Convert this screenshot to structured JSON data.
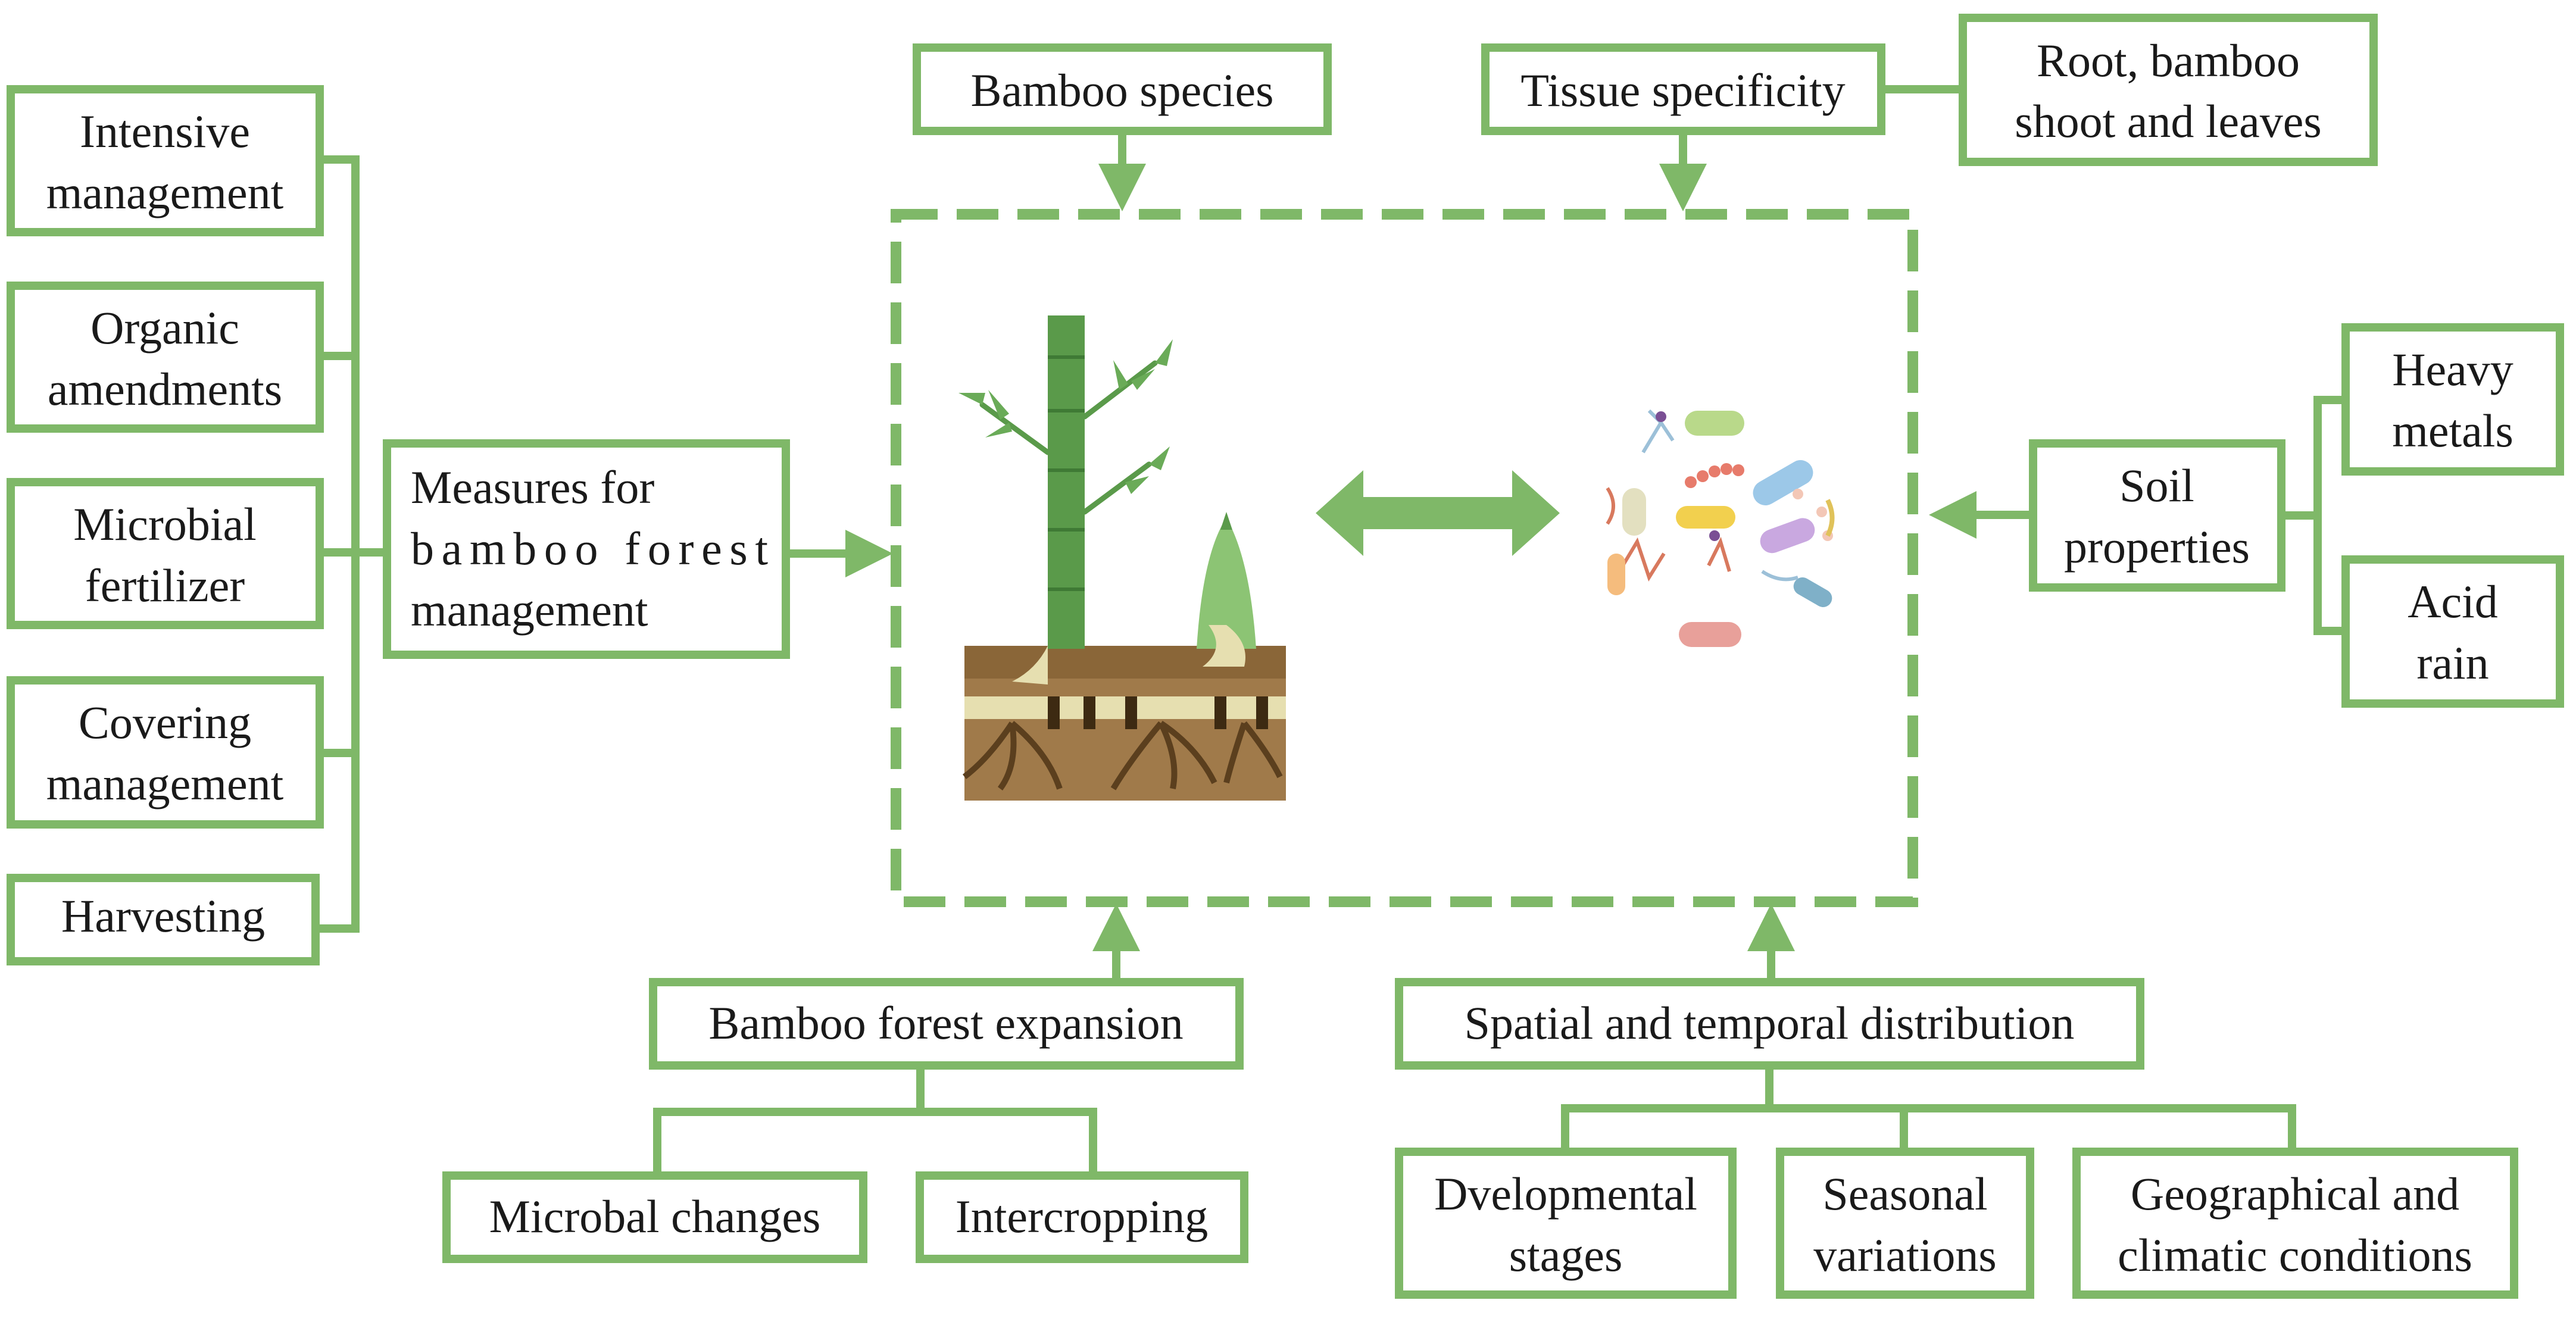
{
  "colors": {
    "accent": "#7fb868",
    "accent_dark": "#5a9a4a",
    "text": "#1a1a1a"
  },
  "diagram": {
    "top": {
      "bamboo_species": "Bamboo species",
      "tissue_specificity": "Tissue specificity",
      "root_shoot_leaves": [
        "Root, bamboo",
        "shoot and leaves"
      ]
    },
    "left": {
      "items": [
        [
          "Intensive",
          "management"
        ],
        [
          "Organic",
          "amendments"
        ],
        [
          "Microbial",
          "fertilizer"
        ],
        [
          "Covering",
          "management"
        ],
        [
          "Harvesting"
        ]
      ],
      "measures": [
        "Measures for",
        "bamboo forest",
        "management"
      ]
    },
    "right": {
      "soil_properties": [
        "Soil",
        "properties"
      ],
      "heavy_metals": [
        "Heavy",
        "metals"
      ],
      "acid_rain": [
        "Acid",
        "rain"
      ]
    },
    "bottom": {
      "expansion": "Bamboo forest expansion",
      "microbal_changes": "Microbal changes",
      "intercropping": "Intercropping",
      "distribution": "Spatial and temporal distribution",
      "developmental": [
        "Dvelopmental",
        "stages"
      ],
      "seasonal": [
        "Seasonal",
        "variations"
      ],
      "geographical": [
        "Geographical and",
        "climatic conditions"
      ]
    },
    "icons": {
      "bamboo": "bamboo-plant-illustration",
      "microbes": "microbe-cluster-illustration",
      "interaction": "double-arrow-icon"
    }
  }
}
